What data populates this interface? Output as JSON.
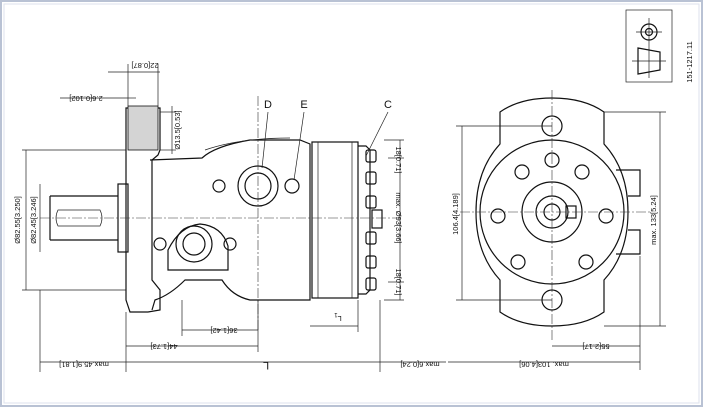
{
  "drawing_number": "151-1217.11",
  "port_labels": {
    "d": "D",
    "e": "E",
    "c": "C"
  },
  "dims": {
    "top_flange": "22[0.87]",
    "left_offset": "2.6[0.102]",
    "hole_dia": "Ø13.5[0.53]",
    "shaft_outer": "Ø82.55[3.250]",
    "shaft_inner": "Ø82.45[3.246]",
    "right_top": "18[0.71]",
    "max_dia": "max. Ø93[3.66]",
    "right_bottom": "18[0.71]",
    "l1": "L",
    "l1_sub": "1",
    "dim_44": "44[1.73]",
    "dim_36": "36[1.42]",
    "dim_l": "L",
    "max_45": "max.45.9[1.81]",
    "max_6": "max.6[0.24]",
    "front_height": "106.4[4.189]",
    "front_max133": "max. 133[5.24]",
    "front_55": "55[2.17]",
    "front_max103": "max. 103[4.06]"
  },
  "colors": {
    "frame": "#c8d0de",
    "line": "#111111"
  }
}
